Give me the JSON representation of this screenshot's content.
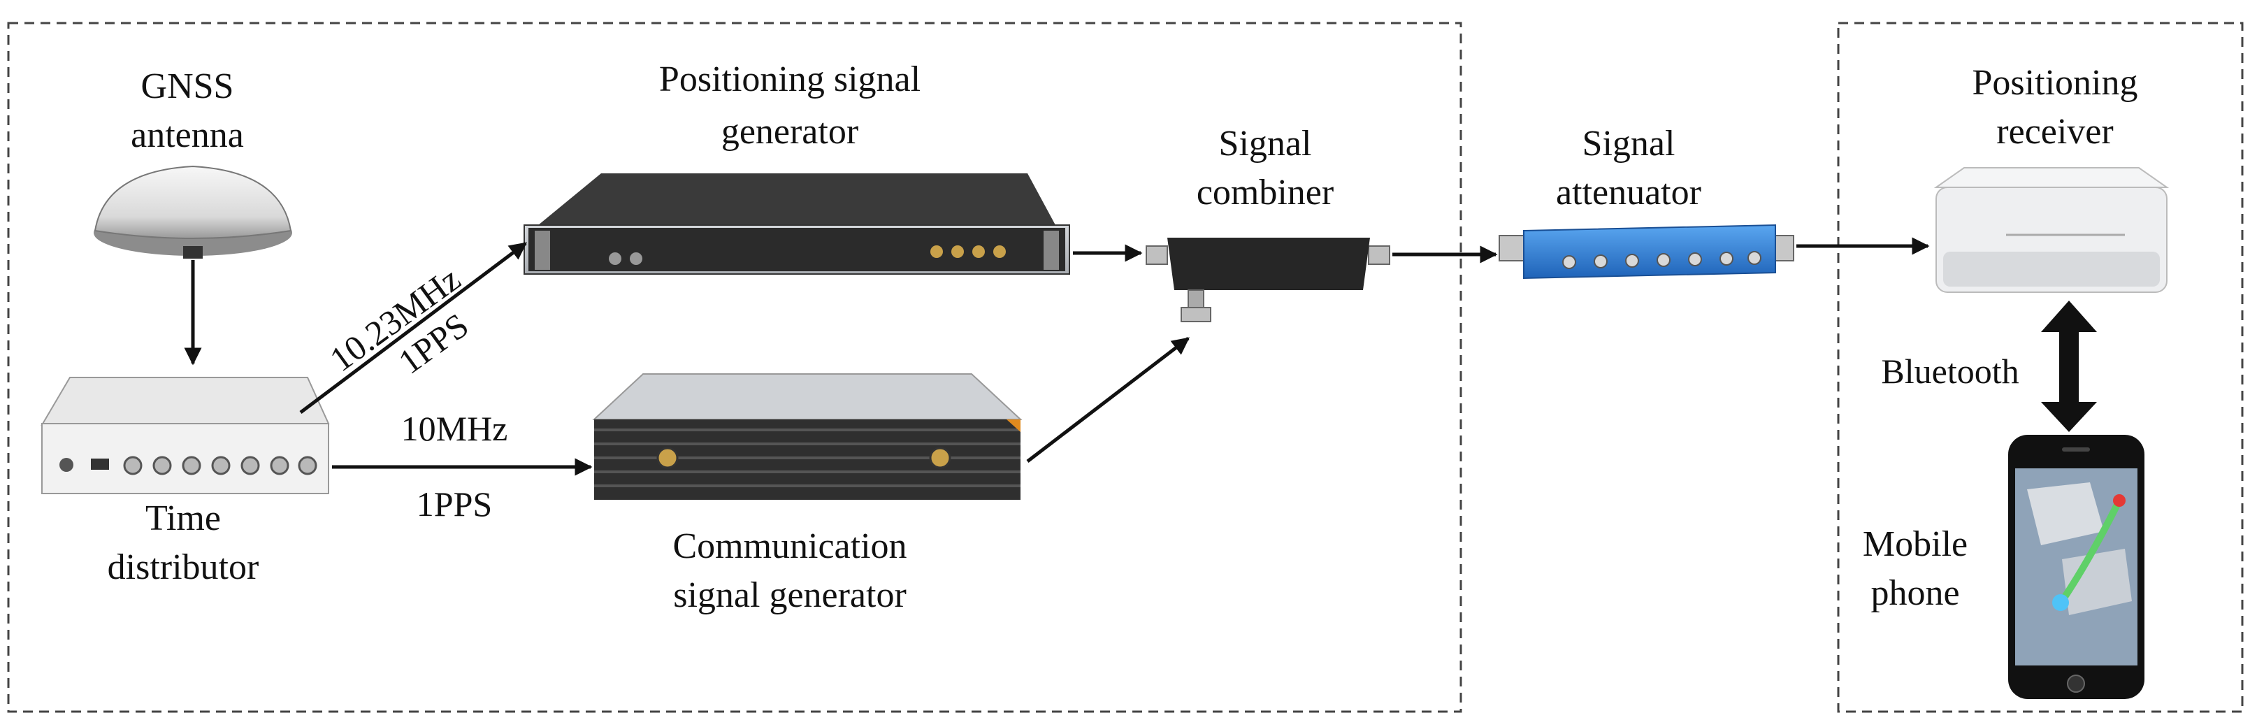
{
  "labels": {
    "gnss_antenna": [
      "GNSS",
      "antenna"
    ],
    "positioning_signal_generator": [
      "Positioning signal",
      "generator"
    ],
    "signal_combiner": [
      "Signal",
      "combiner"
    ],
    "signal_attenuator": [
      "Signal",
      "attenuator"
    ],
    "positioning_receiver": [
      "Positioning",
      "receiver"
    ],
    "time_distributor": [
      "Time",
      "distributor"
    ],
    "communication_signal_generator": [
      "Communication",
      "signal generator"
    ],
    "mobile_phone": [
      "Mobile",
      "phone"
    ]
  },
  "links": {
    "upper_freq": "10.23MHz",
    "upper_pps": "1PPS",
    "lower_freq": "10MHz",
    "lower_pps": "1PPS",
    "wireless": "Bluetooth"
  },
  "colors": {
    "line": "#111111",
    "attenuator_body": "#2e7fd6",
    "generator_body": "#2b2b2b",
    "comm_body": "#9aa0a6",
    "device_white": "#eeeff1"
  }
}
